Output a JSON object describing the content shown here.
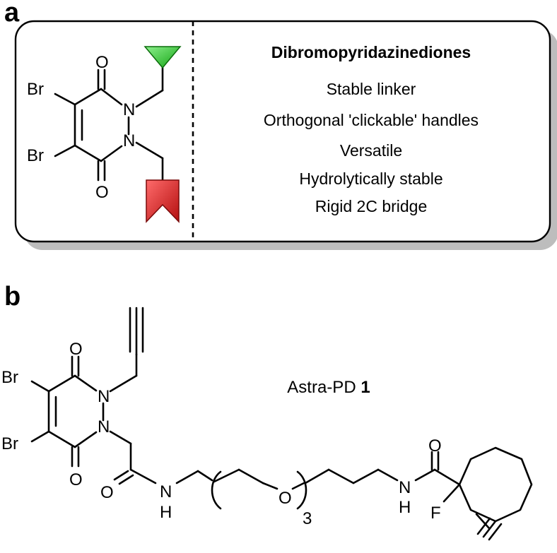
{
  "panel_a": {
    "letter": "a",
    "heading": "Dibromopyridazinediones",
    "features": [
      "Stable linker",
      "Orthogonal 'clickable' handles",
      "Versatile",
      "Hydrolytically stable",
      "Rigid 2C bridge"
    ],
    "atoms": {
      "br1": "Br",
      "br2": "Br",
      "o1": "O",
      "o2": "O",
      "n1": "N",
      "n2": "N"
    },
    "handle_colors": {
      "triangle": "#2fc22f",
      "chevron": "#dd2222"
    }
  },
  "panel_b": {
    "letter": "b",
    "compound_name": "Astra-PD",
    "compound_number": "1",
    "atoms": {
      "br1": "Br",
      "br2": "Br",
      "o1": "O",
      "o2": "O",
      "n1": "N",
      "n2": "N",
      "amide_o": "O",
      "nh1_n": "N",
      "nh1_h": "H",
      "peg_o": "O",
      "repeat": "3",
      "nh2_n": "N",
      "nh2_h": "H",
      "amide2_o": "O",
      "f": "F"
    }
  }
}
